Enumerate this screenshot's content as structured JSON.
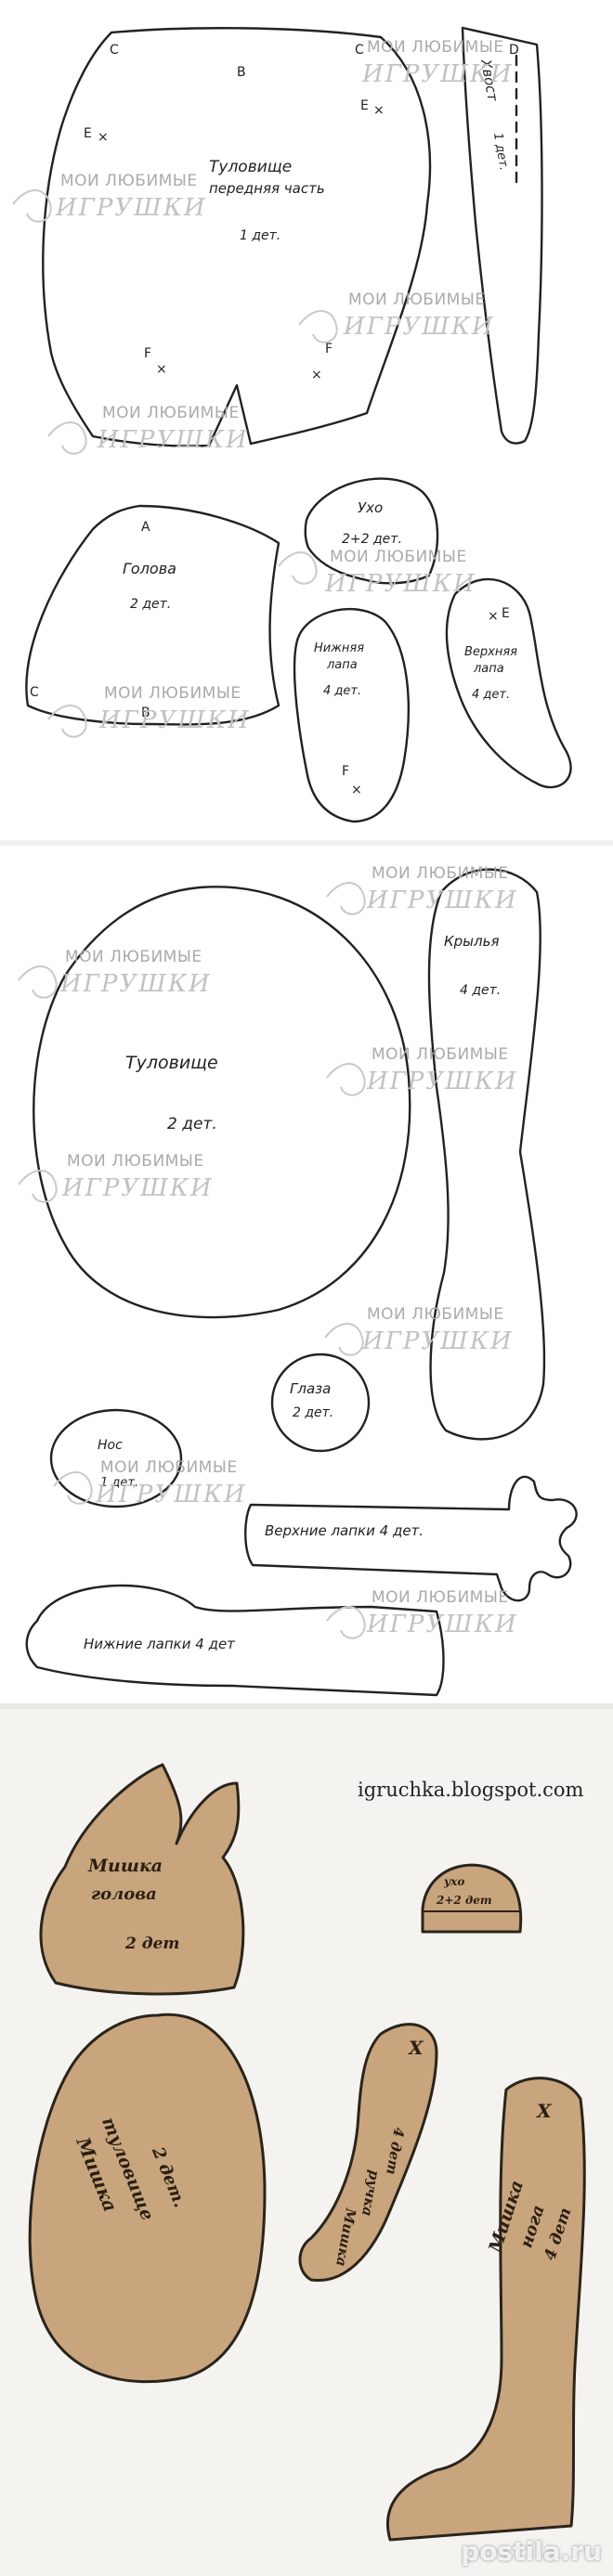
{
  "watermark": {
    "line1": "МОИ ЛЮБИМЫЕ",
    "line2": "ИГРУШКИ"
  },
  "sheet1": {
    "body_front": {
      "line1": "Туловище",
      "line2": "передняя часть",
      "line3": "1 дет."
    },
    "tail": {
      "line1": "Хвост",
      "line2": "1 дет."
    },
    "head": {
      "line1": "Голова",
      "line2": "2 дет."
    },
    "ear": {
      "line1": "Ухо",
      "line2": "2+2 дет."
    },
    "lower_paw": {
      "line1": "Нижняя",
      "line2": "лапа",
      "line3": "4 дет."
    },
    "upper_paw": {
      "line1": "Верхняя",
      "line2": "лапа",
      "line3": "4 дет."
    },
    "marks": {
      "a": "A",
      "b": "B",
      "c": "C",
      "d": "D",
      "e": "E",
      "f": "F",
      "x": "×"
    }
  },
  "sheet2": {
    "body": {
      "line1": "Туловище",
      "line2": "2 дет."
    },
    "wing": {
      "line1": "Крылья",
      "line2": "4 дет."
    },
    "eyes": {
      "line1": "Глаза",
      "line2": "2 дет."
    },
    "nose": {
      "line1": "Нос",
      "line2": "1 дет."
    },
    "upper_paws": {
      "label": "Верхние лапки 4 дет."
    },
    "lower_paws": {
      "label": "Нижние лапки 4 дет"
    }
  },
  "sheet3": {
    "blog": "igruchka.blogspot.com",
    "bear_head": {
      "line1": "Мишка",
      "line2": "голова",
      "line3": "2 дет"
    },
    "bear_ear": {
      "line1": "ухо",
      "line2": "2+2 дет"
    },
    "bear_body": {
      "line1": "Мишка",
      "line2": "туловище",
      "line3": "2 дет."
    },
    "bear_arm": {
      "line1": "4 дет",
      "line2": "ручка",
      "line3": "Мишка"
    },
    "bear_leg": {
      "line1": "Мишка",
      "line2": "нога",
      "line3": "4 дет"
    },
    "x_mark": "X"
  },
  "stamp": "postila.ru"
}
